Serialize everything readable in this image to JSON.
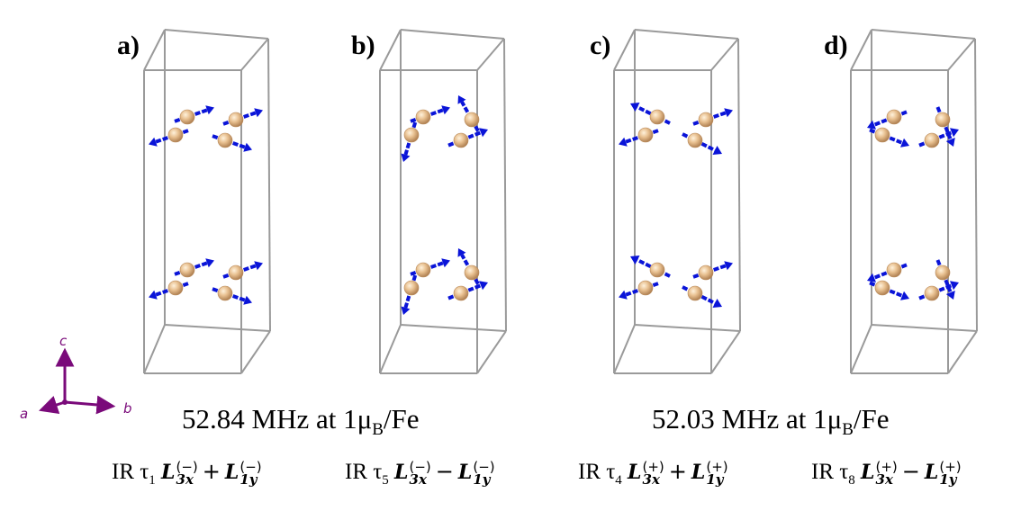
{
  "panels": [
    {
      "label": "a)",
      "pattern": "a"
    },
    {
      "label": "b)",
      "pattern": "b"
    },
    {
      "label": "c)",
      "pattern": "c"
    },
    {
      "label": "d)",
      "pattern": "d"
    }
  ],
  "axes": {
    "a": "a",
    "b": "b",
    "c": "c"
  },
  "frequencies": [
    {
      "value": "52.84 MHz at 1μ",
      "sub": "B",
      "tail": "/Fe"
    },
    {
      "value": "52.03 MHz at 1μ",
      "sub": "B",
      "tail": "/Fe"
    }
  ],
  "irreps": [
    {
      "ir": "IR",
      "tau": "τ",
      "tau_sub": "1",
      "L1": "L",
      "L1_sup": "(−)",
      "L1_sub": "3x",
      "op": "+",
      "L2": "L",
      "L2_sup": "(−)",
      "L2_sub": "1y"
    },
    {
      "ir": "IR",
      "tau": "τ",
      "tau_sub": "5",
      "L1": "L",
      "L1_sup": "(−)",
      "L1_sub": "3x",
      "op": "−",
      "L2": "L",
      "L2_sup": "(−)",
      "L2_sub": "1y"
    },
    {
      "ir": "IR",
      "tau": "τ",
      "tau_sub": "4",
      "L1": "L",
      "L1_sup": "(+)",
      "L1_sub": "3x",
      "op": "+",
      "L2": "L",
      "L2_sup": "(+)",
      "L2_sub": "1y"
    },
    {
      "ir": "IR",
      "tau": "τ",
      "tau_sub": "8",
      "L1": "L",
      "L1_sup": "(+)",
      "L1_sub": "3x",
      "op": "−",
      "L2": "L",
      "L2_sup": "(+)",
      "L2_sub": "1y"
    }
  ],
  "colors": {
    "cell_edge": "#9a9a9a",
    "atom": "#e8c090",
    "atom_shade": "#b98a5a",
    "spin": "#0a14d8",
    "axis": "#7a0a7a"
  }
}
